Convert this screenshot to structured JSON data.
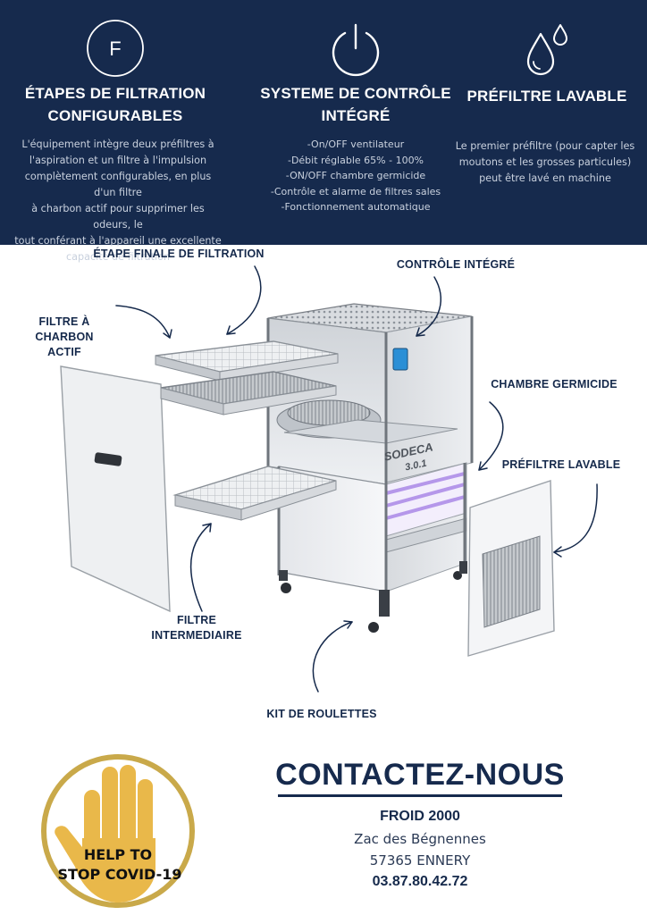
{
  "features": [
    {
      "icon": "letter-f-circle-icon",
      "icon_letter": "F",
      "title_lines": [
        "ÉTAPES DE FILTRATION",
        "CONFIGURABLES"
      ],
      "description_lines": [
        "L'équipement intègre deux préfiltres à",
        "l'aspiration et un filtre à l'impulsion",
        "complètement configurables, en plus d'un filtre",
        "à charbon actif pour supprimer les odeurs, le",
        "tout conférant à l'appareil une excellente",
        "capacité de filtration"
      ]
    },
    {
      "icon": "power-icon",
      "title_lines": [
        "SYSTEME DE CONTRÔLE",
        "INTÉGRÉ"
      ],
      "description_lines": [
        "-On/OFF ventilateur",
        "-Débit réglable 65% - 100%",
        "-ON/OFF chambre germicide",
        "-Contrôle et alarme de filtres sales",
        "-Fonctionnement automatique"
      ]
    },
    {
      "icon": "water-drops-icon",
      "title_lines": [
        "PRÉFILTRE LAVABLE"
      ],
      "description_lines": [
        "Le premier préfiltre (pour capter les",
        "moutons et les grosses particules)",
        "peut être lavé en machine"
      ]
    }
  ],
  "callouts": {
    "final_stage": "ÉTAPE FINALE DE FILTRATION",
    "control": "CONTRÔLE INTÉGRÉ",
    "carbon_lines": [
      "FILTRE À",
      "CHARBON",
      "ACTIF"
    ],
    "germicide": "CHAMBRE GERMICIDE",
    "prefilter": "PRÉFILTRE LAVABLE",
    "intermediate_lines": [
      "FILTRE",
      "INTERMEDIAIRE"
    ],
    "wheels": "KIT DE ROULETTES"
  },
  "machine_brand": [
    "SODECA",
    "3.0.1"
  ],
  "badge": {
    "lines": [
      "HELP TO",
      "STOP COVID-19"
    ],
    "colors": {
      "ring": "#c9a94a",
      "hand": "#e9b84a",
      "label": "#ffffff"
    }
  },
  "contact": {
    "title": "CONTACTEZ-NOUS",
    "company": "FROID 2000",
    "address_1": "Zac des Bégnennes",
    "address_2": "57365 ENNERY",
    "phone": "03.87.80.42.72"
  },
  "colors": {
    "navy": "#162a4d",
    "uv_purple": "#a98be0",
    "screen_blue": "#2b8fd6"
  }
}
